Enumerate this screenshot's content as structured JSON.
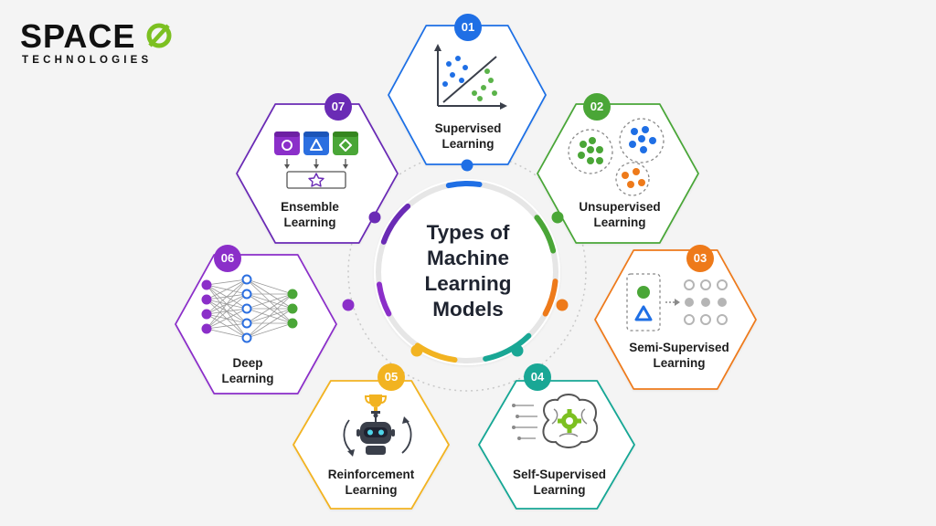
{
  "brand": {
    "name": "SPACE",
    "tagline": "TECHNOLOGIES",
    "mark_color": "#7cc021"
  },
  "center": {
    "title_lines": [
      "Types of",
      "Machine",
      "Learning",
      "Models"
    ]
  },
  "nodes": [
    {
      "number": "01",
      "line1": "Supervised",
      "line2": "Learning",
      "color": "#1f6fe5",
      "icon": "scatter-regression-icon"
    },
    {
      "number": "02",
      "line1": "Unsupervised",
      "line2": "Learning",
      "color": "#4aa637",
      "icon": "clusters-icon"
    },
    {
      "number": "03",
      "line1": "Semi-Supervised",
      "line2": "Learning",
      "color": "#ee7a1a",
      "icon": "semi-labeled-grid-icon"
    },
    {
      "number": "04",
      "line1": "Self-Supervised",
      "line2": "Learning",
      "color": "#19a795",
      "icon": "brain-gear-icon"
    },
    {
      "number": "05",
      "line1": "Reinforcement",
      "line2": "Learning",
      "color": "#f2b321",
      "icon": "robot-trophy-icon"
    },
    {
      "number": "06",
      "line1": "Deep",
      "line2": "Learning",
      "color": "#8b2fc9",
      "icon": "neural-network-icon"
    },
    {
      "number": "07",
      "line1": "Ensemble",
      "line2": "Learning",
      "color": "#6a2bb5",
      "icon": "ensemble-models-icon"
    }
  ]
}
